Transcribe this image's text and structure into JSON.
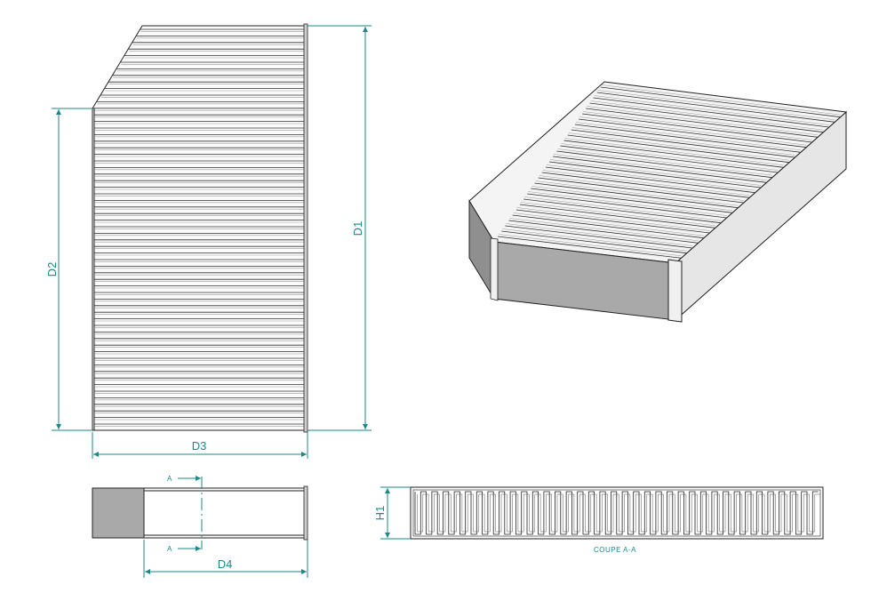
{
  "labels": {
    "d1": "D1",
    "d2": "D2",
    "d3": "D3",
    "d4": "D4",
    "h1": "H1",
    "section_marker_top": "A",
    "section_marker_bottom": "A",
    "section_caption": "COUPE A-A"
  },
  "colors": {
    "dimension": "#1a8a8a",
    "outline": "#222222",
    "shade_dark": "#8f8f8f",
    "shade_mid": "#a9a9a9",
    "shade_light": "#e6e6e6"
  },
  "views": {
    "top": "top-view",
    "side": "side-view",
    "iso": "isometric-view",
    "section": "section-view"
  }
}
